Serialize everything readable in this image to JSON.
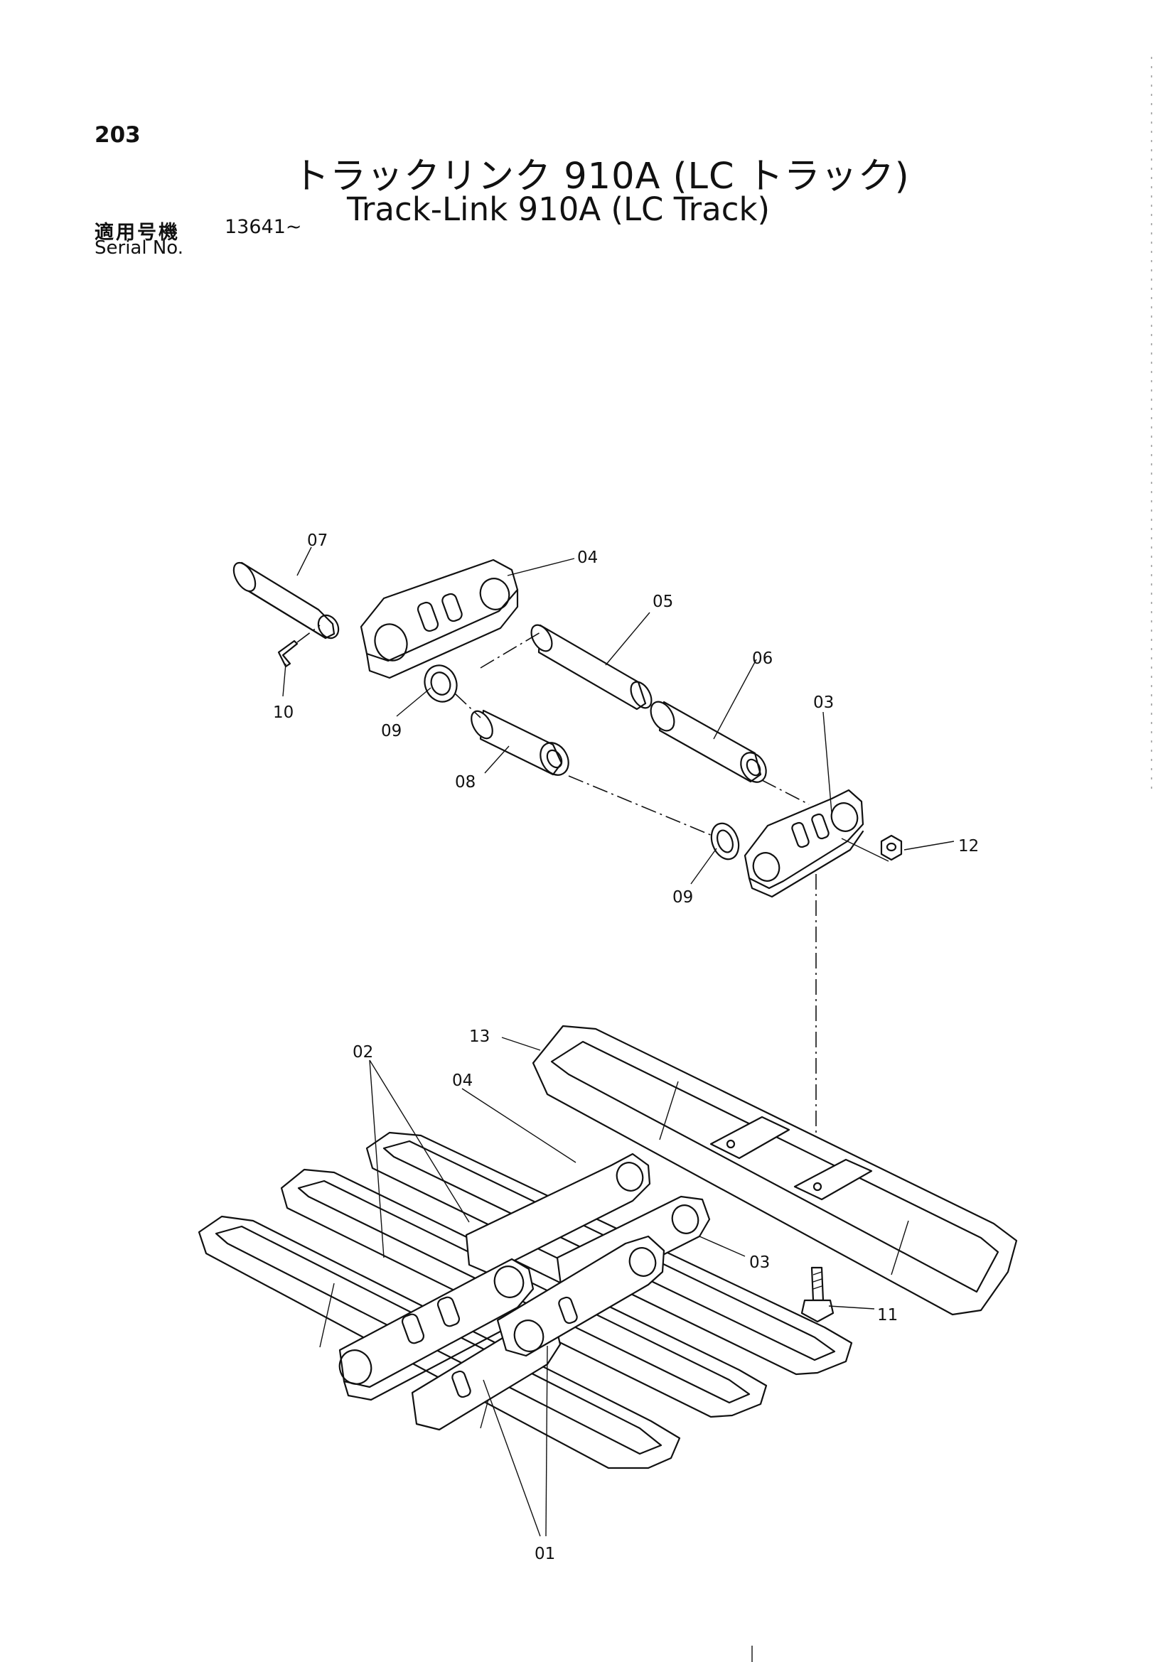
{
  "page_number": "203",
  "title": {
    "ja": "トラックリンク 910A (LC トラック)",
    "en": "Track-Link 910A (LC Track)"
  },
  "serial": {
    "label_ja": "適用号機",
    "range": "13641~",
    "label_en": "Serial No."
  },
  "callouts": {
    "c07": "07",
    "c04a": "04",
    "c05": "05",
    "c06": "06",
    "c03a": "03",
    "c10": "10",
    "c09a": "09",
    "c08": "08",
    "c09b": "09",
    "c12": "12",
    "c13": "13",
    "c02": "02",
    "c04b": "04",
    "c03b": "03",
    "c11": "11",
    "c01": "01"
  }
}
